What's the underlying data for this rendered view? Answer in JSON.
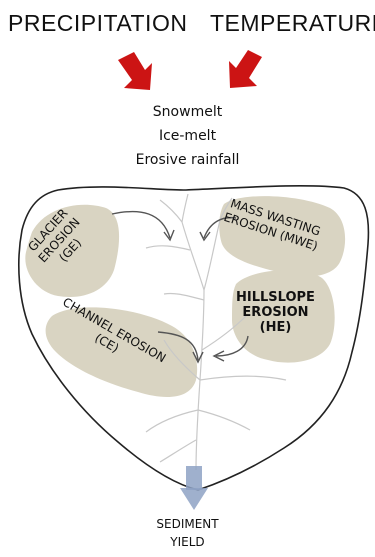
{
  "headers": {
    "precipitation": "PRECIPITATION",
    "temperature": "TEMPERATURE"
  },
  "drivers": [
    "Snowmelt",
    "Ice-melt",
    "Erosive rainfall"
  ],
  "zones": {
    "glacier": [
      "GLACIER",
      "EROSION",
      "(GE)"
    ],
    "mass_wasting": [
      "MASS WASTING",
      "EROSION (MWE)"
    ],
    "hillslope": [
      "HILLSLOPE",
      "EROSION",
      "(HE)"
    ],
    "channel": [
      "CHANNEL EROSION",
      "(CE)"
    ]
  },
  "output": [
    "SEDIMENT",
    "YIELD"
  ],
  "colors": {
    "arrow_red": "#cc1414",
    "zone_fill": "#d9d4c2",
    "outflow": "#8ea2c4",
    "stream": "#c8c8c8"
  }
}
